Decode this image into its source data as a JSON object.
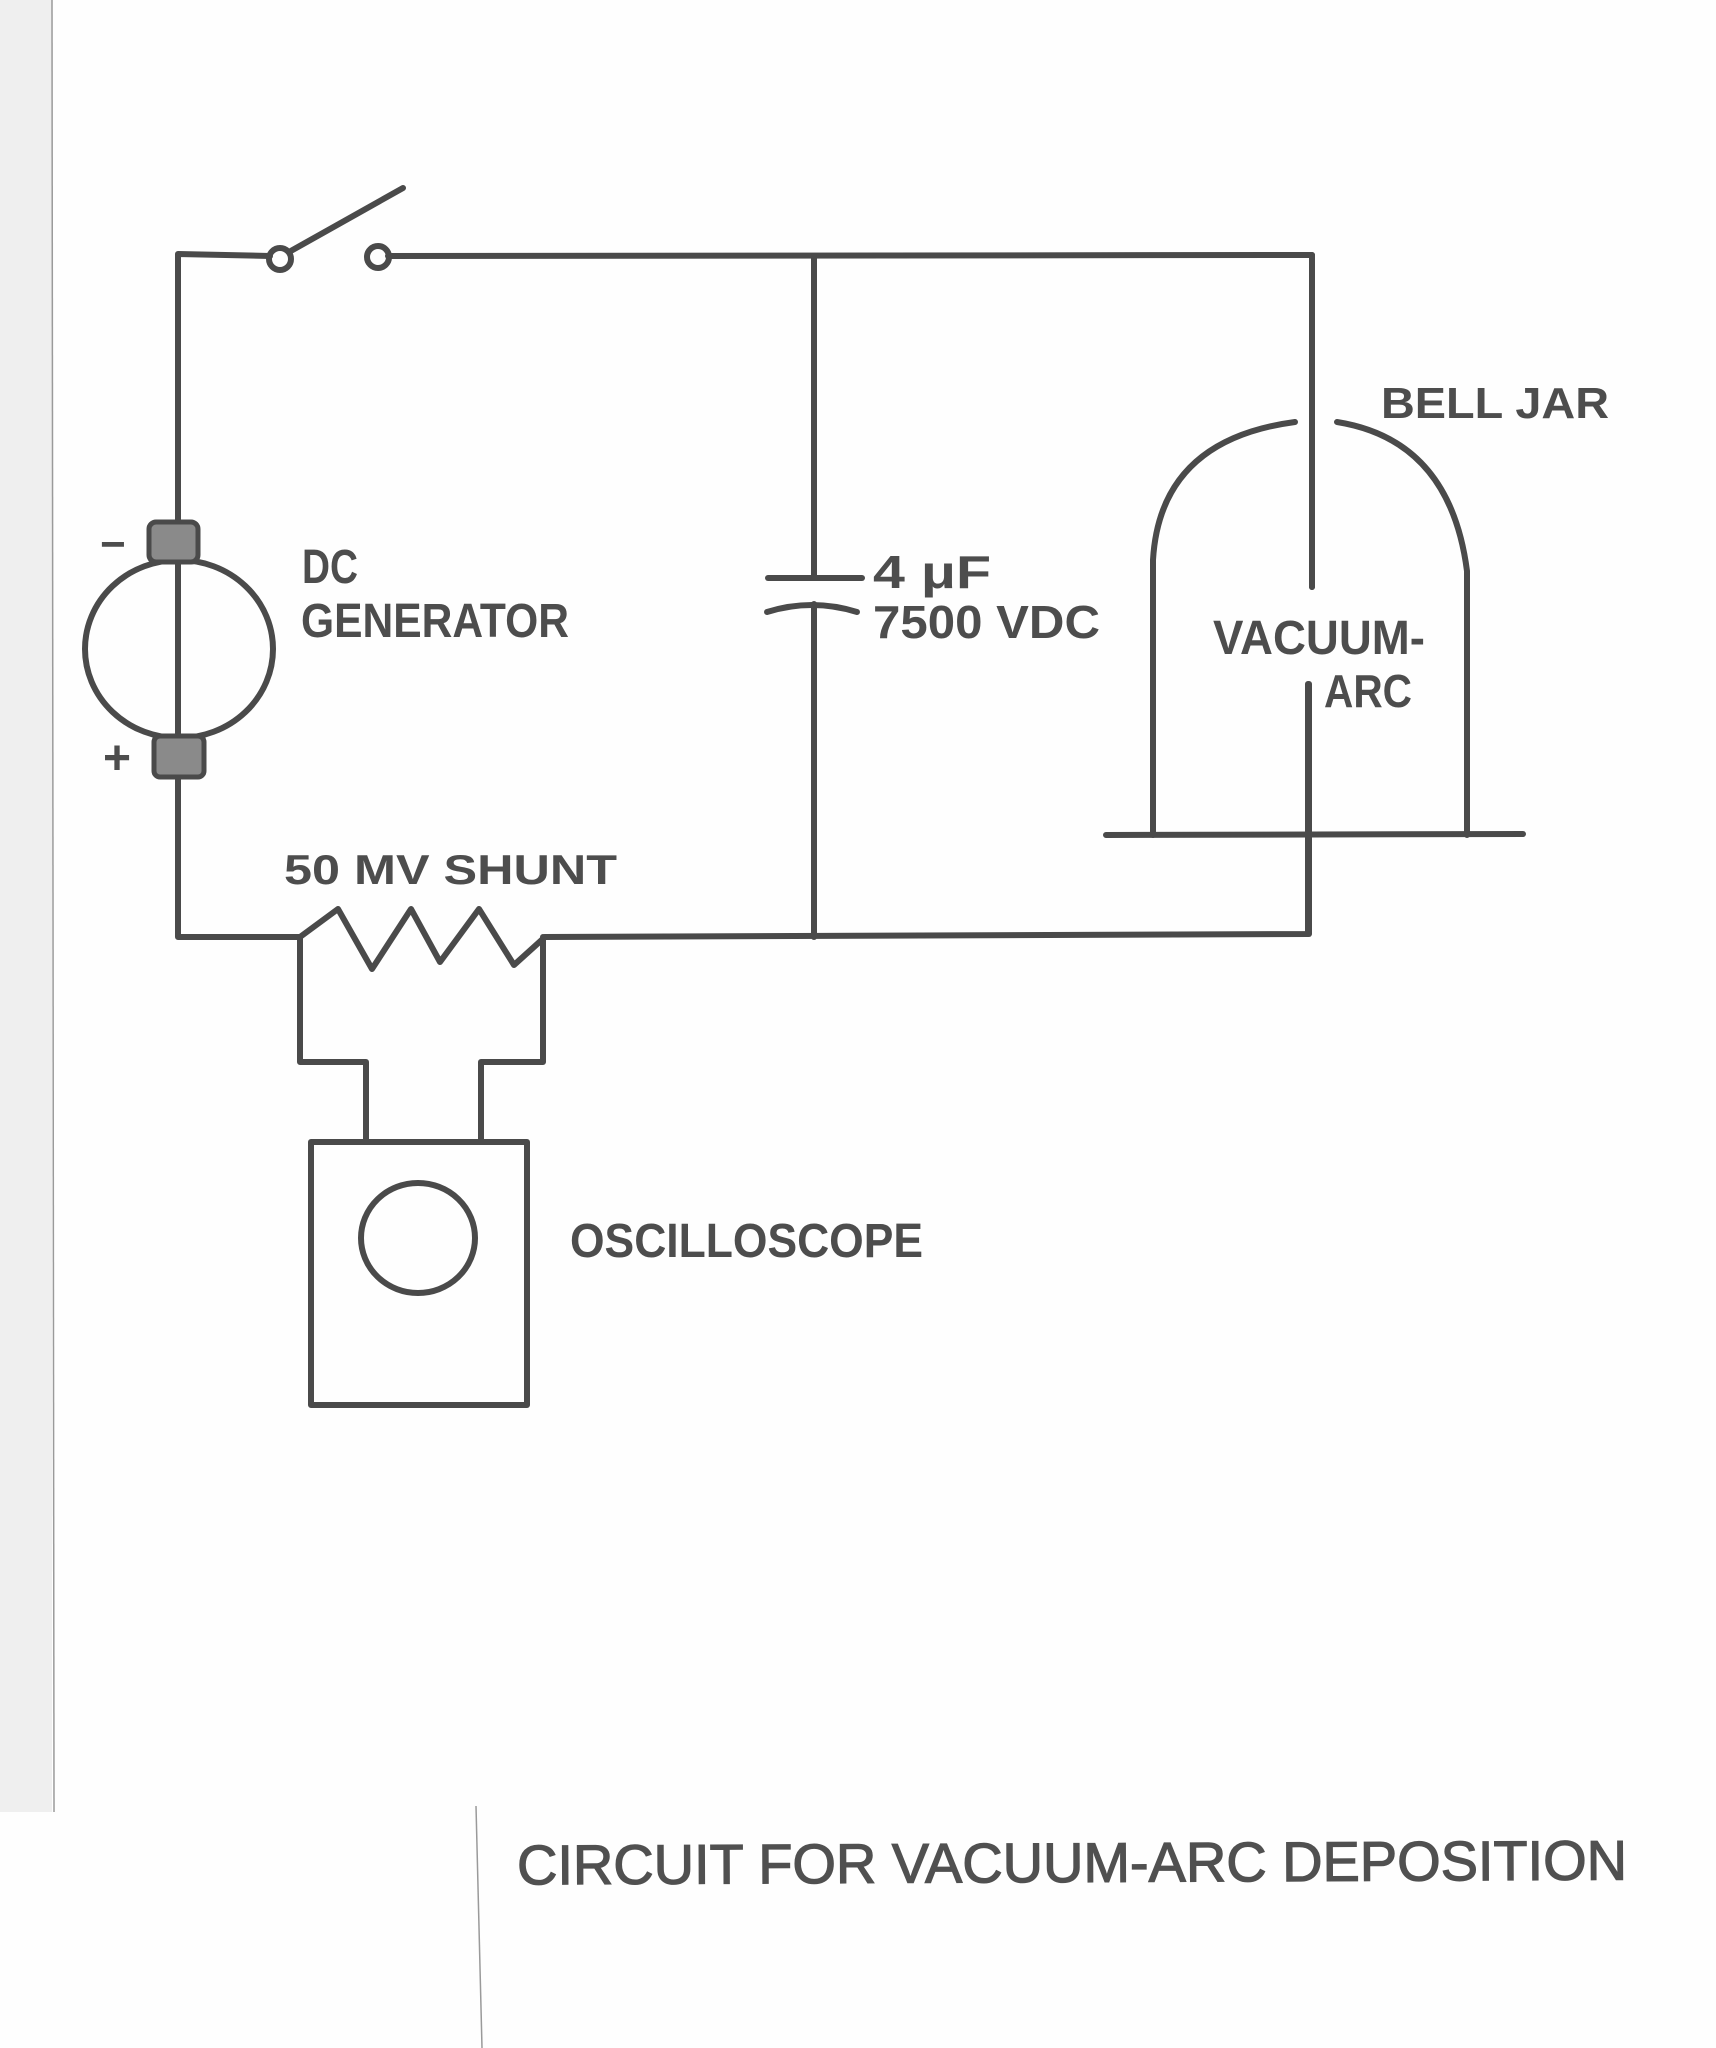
{
  "figure": {
    "caption": "CIRCUIT FOR VACUUM-ARC DEPOSITION",
    "components": {
      "switch": {
        "label": "",
        "state": "open"
      },
      "dc_generator": {
        "label_line1": "DC",
        "label_line2": "GENERATOR",
        "negative_terminal": "−",
        "positive_terminal": "+"
      },
      "capacitor": {
        "capacitance": "4 μF",
        "voltage_rating": "7500 VDC"
      },
      "shunt": {
        "label": "50 MV SHUNT"
      },
      "oscilloscope": {
        "label": "OSCILLOSCOPE"
      },
      "bell_jar": {
        "label": "BELL JAR",
        "inner_label_line1": "VACUUM-",
        "inner_label_line2": "ARC"
      }
    },
    "colors": {
      "ink": "#4a4a4a",
      "paper": "#fefefe"
    }
  }
}
